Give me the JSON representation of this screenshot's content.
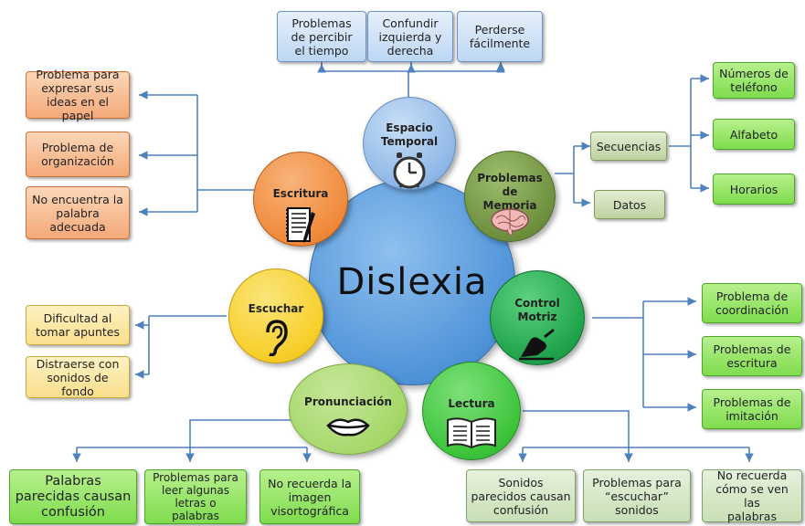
{
  "center": {
    "title": "Dislexia"
  },
  "nodes": {
    "espacio": {
      "label": "Espacio\nTemporal",
      "icon": "clock-icon"
    },
    "memoria": {
      "label": "Problemas\nde\nMemoria",
      "icon": "brain-icon"
    },
    "motriz": {
      "label": "Control\nMotriz",
      "icon": "hand-writing-icon"
    },
    "lectura": {
      "label": "Lectura",
      "icon": "open-book-icon"
    },
    "pronunciacion": {
      "label": "Pronunciación",
      "icon": "lips-icon"
    },
    "escuchar": {
      "label": "Escuchar",
      "icon": "ear-icon"
    },
    "escritura": {
      "label": "Escritura",
      "icon": "notepad-icon"
    }
  },
  "boxes": {
    "espacio": [
      "Problemas\nde percibir\nel tiempo",
      "Confundir\nizquierda y\nderecha",
      "Perderse\nfácilmente"
    ],
    "escritura": [
      "Problema para\nexpresar sus\nideas en el papel",
      "Problema de\norganización",
      "No encuentra la\npalabra\nadecuada"
    ],
    "memoria": [
      "Secuencias",
      "Datos"
    ],
    "secuencias": [
      "Números de\nteléfono",
      "Alfabeto",
      "Horarios"
    ],
    "escuchar": [
      "Dificultad al\ntomar apuntes",
      "Distraerse con\nsonidos de fondo"
    ],
    "motriz": [
      "Problema de\ncoordinación",
      "Problemas de\nescritura",
      "Problemas de\nimitación"
    ],
    "pronunciacion": [
      "Palabras\nparecidas causan\nconfusión",
      "Problemas para\nleer algunas\nletras o\npalabras",
      "No recuerda la\nimagen\nvisortográfica"
    ],
    "lectura": [
      "Sonidos\nparecidos causan\nconfusión",
      "Problemas para\n“escuchar”\nsonidos",
      "No recuerda\ncómo se ven las\npalabras"
    ]
  },
  "colors": {
    "arrow": "#4f81bd",
    "espacio": "#9cc3ee",
    "memoria": "#6e8f3e",
    "motriz": "#1fa34a",
    "lectura": "#3cc43a",
    "pronunciacion": "#a6d86a",
    "escuchar": "#f7cf2a",
    "escritura": "#f08a3a"
  }
}
